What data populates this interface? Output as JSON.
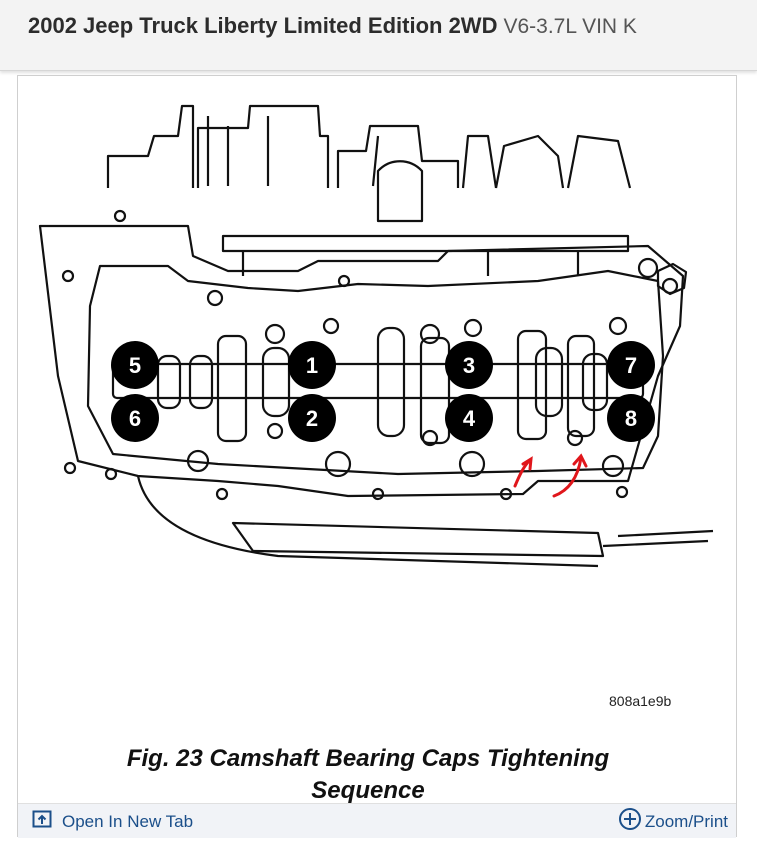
{
  "header": {
    "title": "2002 Jeep Truck Liberty Limited Edition 2WD",
    "subtitle": "V6-3.7L VIN K"
  },
  "figure": {
    "image_code": "808a1e9b",
    "caption_line1": "Fig. 23 Camshaft Bearing Caps Tightening",
    "caption_line2": "Sequence",
    "sequence_labels": [
      "1",
      "2",
      "3",
      "4",
      "5",
      "6",
      "7",
      "8"
    ],
    "annotation_color": "#e0161b"
  },
  "footer": {
    "open_tab_label": "Open In New Tab",
    "zoom_label": "Zoom/Print",
    "link_color": "#1b4f8a"
  }
}
